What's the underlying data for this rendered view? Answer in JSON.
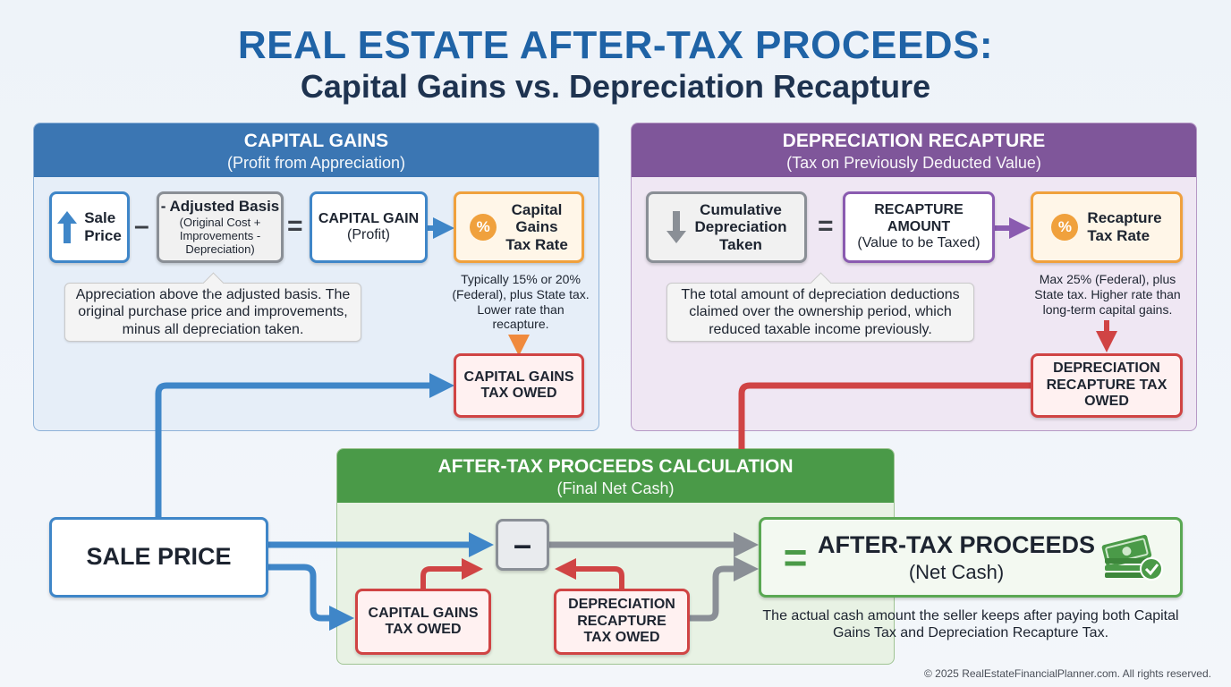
{
  "title": "REAL ESTATE AFTER-TAX PROCEEDS:",
  "subtitle": "Capital Gains vs. Depreciation Recapture",
  "capital_gains": {
    "heading": "CAPITAL GAINS",
    "subheading": "(Profit from Appreciation)",
    "sale_price_line1": "Sale",
    "sale_price_line2": "Price",
    "minus": "–",
    "adjusted_basis_title": "- Adjusted Basis",
    "adjusted_basis_detail": "(Original Cost + Improvements - Depreciation)",
    "equals": "=",
    "capital_gain_title": "CAPITAL GAIN",
    "capital_gain_detail": "(Profit)",
    "rate_line1": "Capital",
    "rate_line2": "Gains",
    "rate_line3": "Tax Rate",
    "rate_note": "Typically 15% or 20% (Federal), plus State tax. Lower rate than recapture.",
    "explanation": "Appreciation above the adjusted basis. The original purchase price and improvements, minus all depreciation taken.",
    "owed_line1": "CAPITAL GAINS",
    "owed_line2": "TAX OWED"
  },
  "depreciation_recapture": {
    "heading": "DEPRECIATION RECAPTURE",
    "subheading": "(Tax on Previously Deducted Value)",
    "cumulative_line1": "Cumulative",
    "cumulative_line2": "Depreciation",
    "cumulative_line3": "Taken",
    "equals": "=",
    "amount_line1": "RECAPTURE",
    "amount_line2": "AMOUNT",
    "amount_detail": "(Value to be Taxed)",
    "rate_line1": "Recapture",
    "rate_line2": "Tax Rate",
    "rate_note": "Max 25% (Federal), plus State tax. Higher rate than long-term capital gains.",
    "explanation": "The total amount of depreciation deductions claimed over the ownership period, which reduced taxable income previously.",
    "owed_line1": "DEPRECIATION",
    "owed_line2": "RECAPTURE TAX",
    "owed_line3": "OWED"
  },
  "after_tax": {
    "heading": "AFTER-TAX PROCEEDS CALCULATION",
    "subheading": "(Final Net Cash)",
    "sale_price": "SALE PRICE",
    "minus": "–",
    "cg_owed_line1": "CAPITAL GAINS",
    "cg_owed_line2": "TAX OWED",
    "dr_owed_line1": "DEPRECIATION",
    "dr_owed_line2": "RECAPTURE",
    "dr_owed_line3": "TAX OWED",
    "equals": "=",
    "result_title": "AFTER-TAX PROCEEDS",
    "result_detail": "(Net Cash)",
    "result_note": "The actual cash amount the seller keeps after paying both Capital Gains Tax and Depreciation Recapture Tax."
  },
  "icons": {
    "percent": "%",
    "up_arrow": "up-arrow-icon",
    "down_arrow": "down-arrow-icon",
    "cash": "cash-stack-icon"
  },
  "footer": "© 2025 RealEstateFinancialPlanner.com. All rights reserved.",
  "colors": {
    "title_blue": "#1f63a6",
    "capital_gains": "#3b76b3",
    "depreciation": "#7f569a",
    "after_tax": "#4a9a48",
    "tax_red": "#d04444",
    "rate_orange": "#f0a13d"
  }
}
